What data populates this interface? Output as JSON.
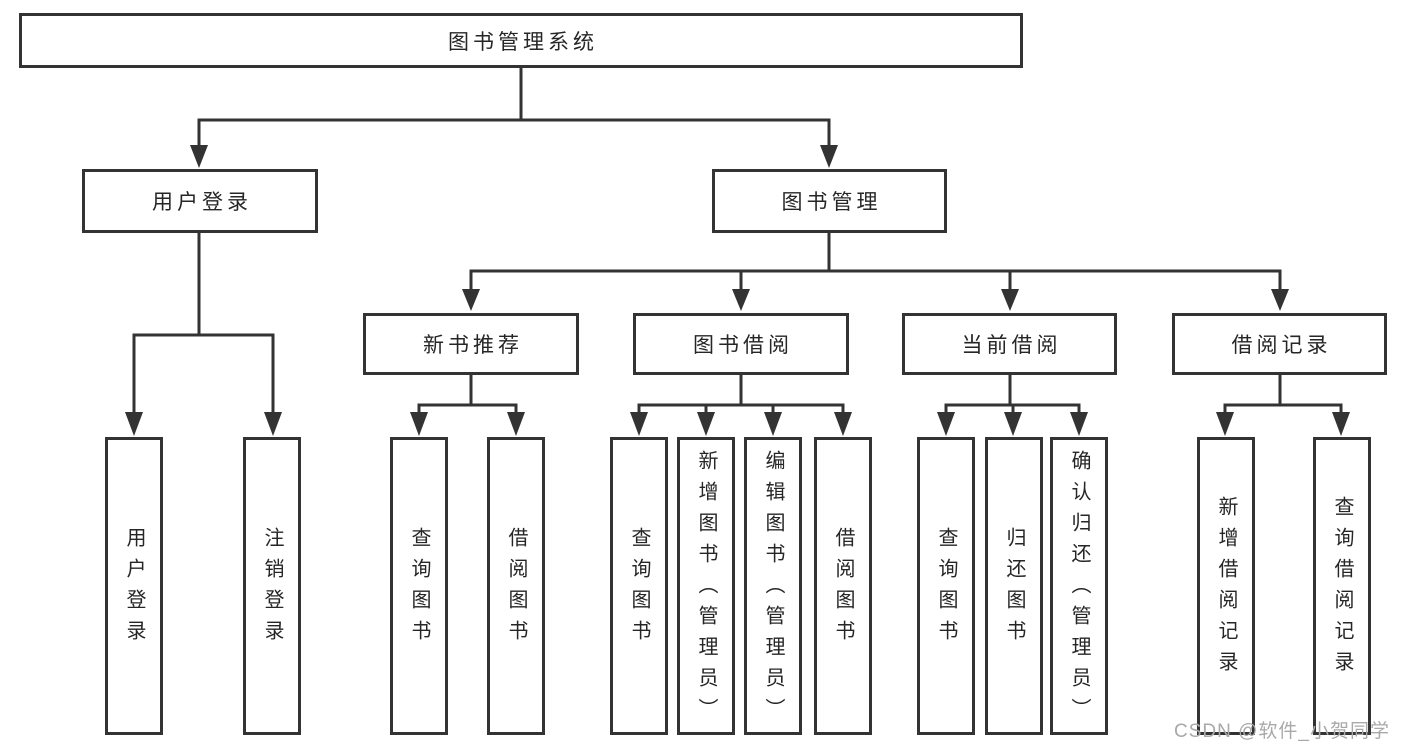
{
  "root": {
    "label": "图书管理系统"
  },
  "branches": [
    {
      "label": "用户登录",
      "leaves": [
        "用户登录",
        "注销登录"
      ]
    },
    {
      "label": "图书管理",
      "sections": [
        {
          "label": "新书推荐",
          "leaves": [
            "查询图书",
            "借阅图书"
          ]
        },
        {
          "label": "图书借阅",
          "leaves": [
            "查询图书",
            "新增图书（管理员）",
            "编辑图书（管理员）",
            "借阅图书"
          ]
        },
        {
          "label": "当前借阅",
          "leaves": [
            "查询图书",
            "归还图书",
            "确认归还（管理员）"
          ]
        },
        {
          "label": "借阅记录",
          "leaves": [
            "新增借阅记录",
            "查询借阅记录"
          ]
        }
      ]
    }
  ],
  "watermark": "CSDN @软件_小贺同学",
  "colors": {
    "line": "#333333",
    "border": "#333333",
    "text": "#262626",
    "watermark": "#a9a9a9",
    "background": "#ffffff"
  }
}
